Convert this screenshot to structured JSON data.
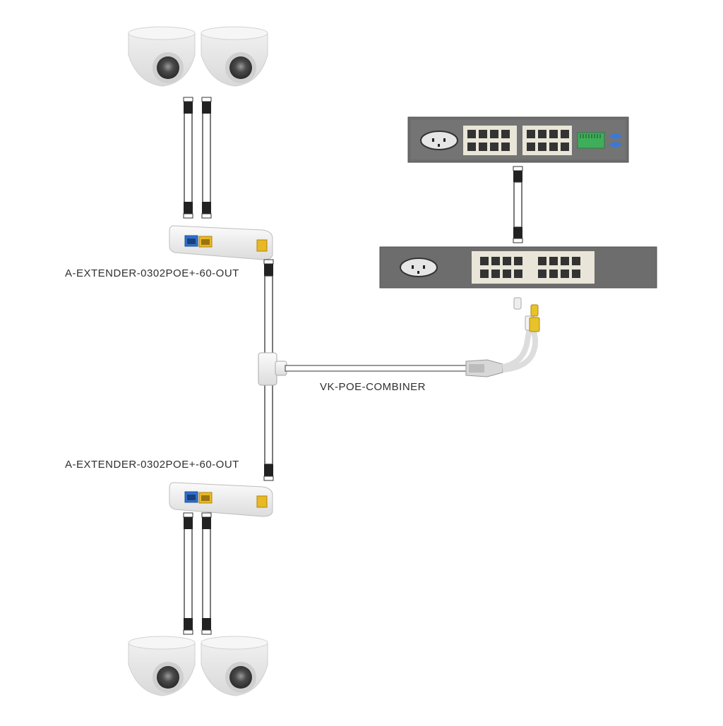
{
  "labels": {
    "extender_top": "A-EXTENDER-0302POE+-60-OUT",
    "extender_bottom": "A-EXTENDER-0302POE+-60-OUT",
    "combiner": "VK-POE-COMBINER"
  },
  "colors": {
    "camera_body": "#e6e6e6",
    "switch_body": "#6d6d6d",
    "port_panel": "#e9e5d8",
    "port_blue": "#2e6fd0",
    "port_yellow": "#e8b923",
    "terminal_green": "#3fae5a",
    "cable": "#ffffff",
    "connector": "#222222"
  },
  "icons": {
    "camera": "dome-camera-icon",
    "switch": "network-switch-icon",
    "extender": "poe-extender-icon",
    "combiner": "t-splitter-icon"
  }
}
